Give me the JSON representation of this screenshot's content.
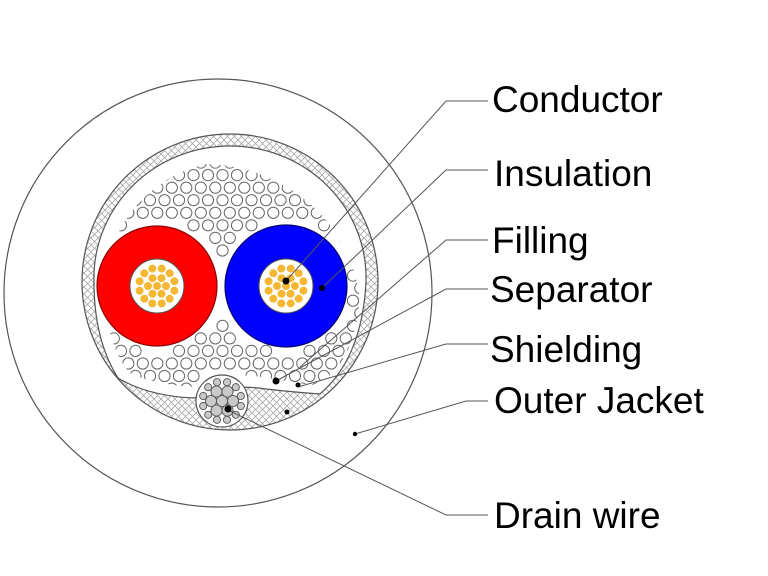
{
  "labels": {
    "conductor": "Conductor",
    "insulation": "Insulation",
    "filling": "Filling",
    "separator": "Separator",
    "shielding": "Shielding",
    "outer_jacket": "Outer Jacket",
    "drain_wire": "Drain wire"
  },
  "colors": {
    "insulation_left": "#ff0000",
    "insulation_right": "#0000ff",
    "conductor_strand": "#f6b733",
    "drain_wire_strand": "#c9c9c9",
    "shield_hatch": "#a8a8a8",
    "leader_line": "#555555"
  }
}
